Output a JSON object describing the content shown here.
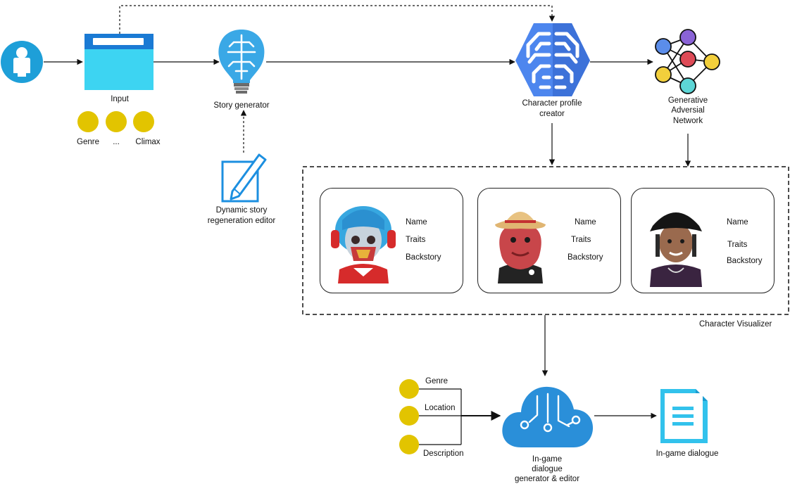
{
  "input": {
    "label": "Input",
    "params": [
      "Genre",
      "...",
      "Climax"
    ]
  },
  "story_generator": {
    "label": "Story generator"
  },
  "editor": {
    "label_line1": "Dynamic story",
    "label_line2": "regeneration editor"
  },
  "profile_creator": {
    "label_line1": "Character  profile",
    "label_line2": "creator"
  },
  "gan": {
    "label_line1": "Generative",
    "label_line2": "Adversial",
    "label_line3": "Network"
  },
  "visualizer": {
    "label": "Character Visualizer",
    "cards": [
      {
        "name": "Name",
        "traits": "Traits",
        "backstory": "Backstory"
      },
      {
        "name": "Name",
        "traits": "Traits",
        "backstory": "Backstory"
      },
      {
        "name": "Name",
        "traits": "Traits",
        "backstory": "Backstory"
      }
    ]
  },
  "dialogue_inputs": [
    "Genre",
    "Location",
    "Description"
  ],
  "dialogue_generator": {
    "label_line1": "In-game",
    "label_line2": "dialogue",
    "label_line3": "generator & editor"
  },
  "dialogue_output": {
    "label": "In-game dialogue"
  },
  "colors": {
    "user_circle": "#1e9fd8",
    "window_body": "#3dd4f2",
    "window_bar": "#1a7ad4",
    "bulb": "#3aa8e6",
    "brain_blue": "#4d86ee",
    "param_yellow": "#e2c400",
    "cloud": "#2a8fd9",
    "doc": "#32c2ec",
    "gan_node_blue": "#5b8dea",
    "gan_node_purple": "#8a63d6",
    "gan_node_red": "#de4b57",
    "gan_node_yellow": "#f2cf3c",
    "gan_node_teal": "#5dd6d6"
  }
}
